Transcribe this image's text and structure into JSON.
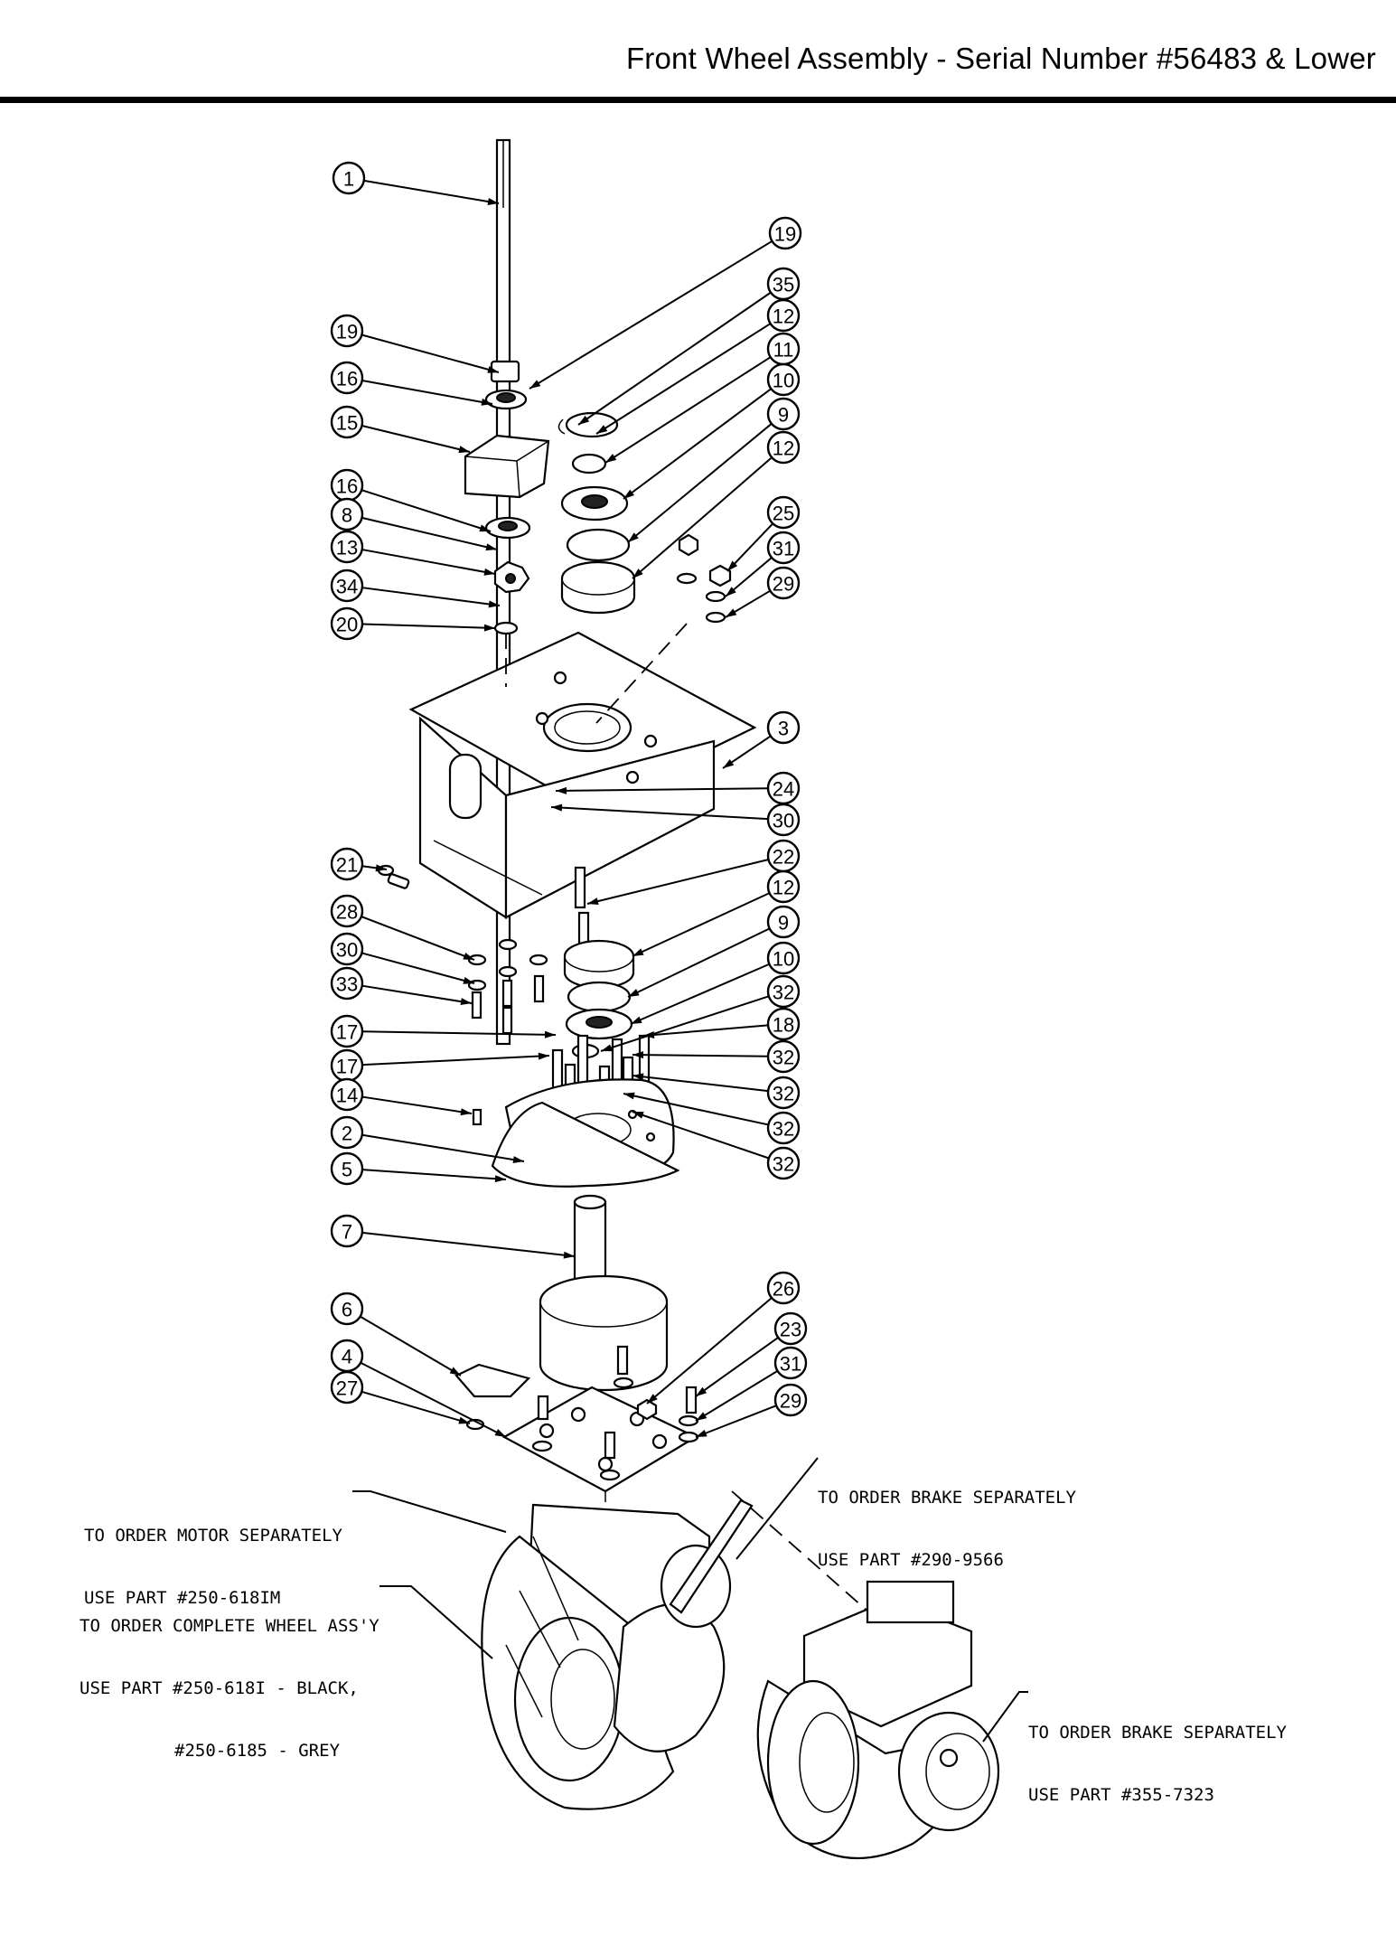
{
  "header": {
    "title": "Front Wheel Assembly - Serial Number #56483 & Lower"
  },
  "callouts": [
    {
      "id": "c-1",
      "label": "1"
    },
    {
      "id": "c-19a",
      "label": "19"
    },
    {
      "id": "c-19b",
      "label": "19"
    },
    {
      "id": "c-35",
      "label": "35"
    },
    {
      "id": "c-12a",
      "label": "12"
    },
    {
      "id": "c-11",
      "label": "11"
    },
    {
      "id": "c-10a",
      "label": "10"
    },
    {
      "id": "c-16a",
      "label": "16"
    },
    {
      "id": "c-15",
      "label": "15"
    },
    {
      "id": "c-9a",
      "label": "9"
    },
    {
      "id": "c-12b",
      "label": "12"
    },
    {
      "id": "c-16b",
      "label": "16"
    },
    {
      "id": "c-25",
      "label": "25"
    },
    {
      "id": "c-8",
      "label": "8"
    },
    {
      "id": "c-31a",
      "label": "31"
    },
    {
      "id": "c-13",
      "label": "13"
    },
    {
      "id": "c-29a",
      "label": "29"
    },
    {
      "id": "c-34",
      "label": "34"
    },
    {
      "id": "c-20",
      "label": "20"
    },
    {
      "id": "c-3",
      "label": "3"
    },
    {
      "id": "c-24",
      "label": "24"
    },
    {
      "id": "c-30a",
      "label": "30"
    },
    {
      "id": "c-21",
      "label": "21"
    },
    {
      "id": "c-22",
      "label": "22"
    },
    {
      "id": "c-12c",
      "label": "12"
    },
    {
      "id": "c-28",
      "label": "28"
    },
    {
      "id": "c-9b",
      "label": "9"
    },
    {
      "id": "c-30b",
      "label": "30"
    },
    {
      "id": "c-10b",
      "label": "10"
    },
    {
      "id": "c-33",
      "label": "33"
    },
    {
      "id": "c-32a",
      "label": "32"
    },
    {
      "id": "c-17a",
      "label": "17"
    },
    {
      "id": "c-18",
      "label": "18"
    },
    {
      "id": "c-17b",
      "label": "17"
    },
    {
      "id": "c-32b",
      "label": "32"
    },
    {
      "id": "c-14",
      "label": "14"
    },
    {
      "id": "c-32c",
      "label": "32"
    },
    {
      "id": "c-2",
      "label": "2"
    },
    {
      "id": "c-32d",
      "label": "32"
    },
    {
      "id": "c-5",
      "label": "5"
    },
    {
      "id": "c-32e",
      "label": "32"
    },
    {
      "id": "c-7",
      "label": "7"
    },
    {
      "id": "c-26",
      "label": "26"
    },
    {
      "id": "c-6",
      "label": "6"
    },
    {
      "id": "c-23",
      "label": "23"
    },
    {
      "id": "c-4",
      "label": "4"
    },
    {
      "id": "c-31b",
      "label": "31"
    },
    {
      "id": "c-27",
      "label": "27"
    },
    {
      "id": "c-29b",
      "label": "29"
    }
  ],
  "notes": {
    "motor": [
      "TO ORDER MOTOR SEPARATELY",
      "USE PART #250-618IM"
    ],
    "wheel": [
      "TO ORDER COMPLETE WHEEL ASS'Y",
      "USE PART #250-618I - BLACK,",
      "#250-6185 - GREY"
    ],
    "brake1": [
      "TO ORDER BRAKE SEPARATELY",
      "USE PART #290-9566"
    ],
    "brake2": [
      "TO ORDER BRAKE SEPARATELY",
      "USE PART #355-7323"
    ]
  }
}
